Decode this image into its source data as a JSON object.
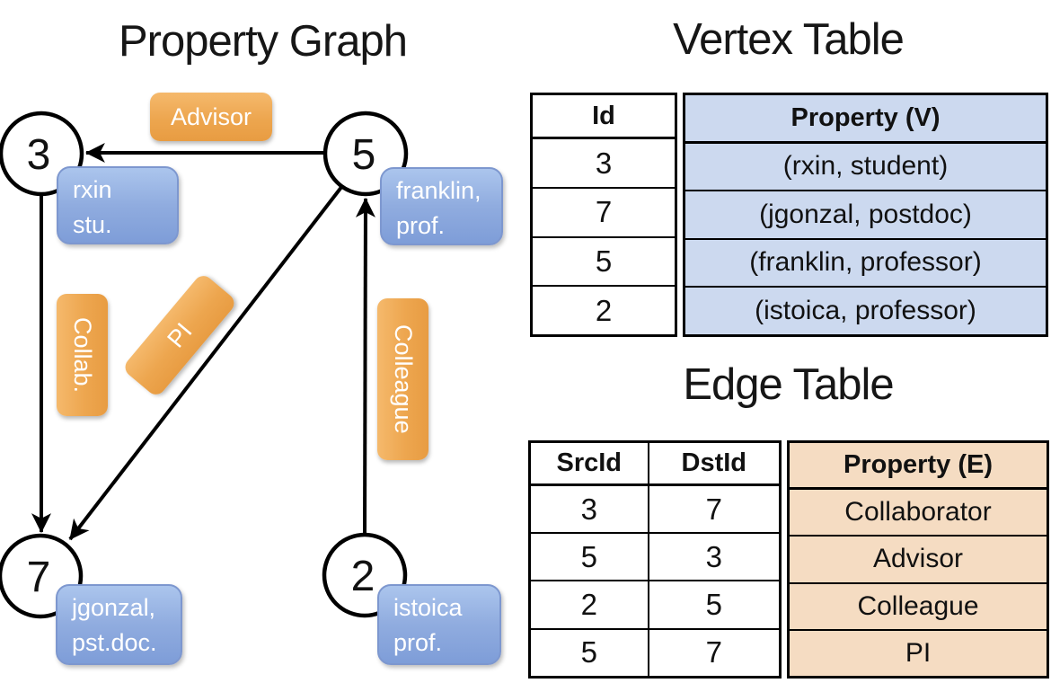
{
  "titles": {
    "graph": "Property Graph",
    "vertex_table": "Vertex Table",
    "edge_table": "Edge Table"
  },
  "graph": {
    "nodes": {
      "n3": {
        "id": "3",
        "label_line1": "rxin",
        "label_line2": "stu."
      },
      "n5": {
        "id": "5",
        "label_line1": "franklin,",
        "label_line2": "prof."
      },
      "n7": {
        "id": "7",
        "label_line1": "jgonzal,",
        "label_line2": "pst.doc."
      },
      "n2": {
        "id": "2",
        "label_line1": "istoica",
        "label_line2": "prof."
      }
    },
    "edge_labels": {
      "advisor": "Advisor",
      "collab": "Collab.",
      "pi": "PI",
      "colleague": "Colleague"
    }
  },
  "vertex_table": {
    "id_header": "Id",
    "property_header": "Property (V)",
    "rows": [
      {
        "id": "3",
        "property": "(rxin, student)"
      },
      {
        "id": "7",
        "property": "(jgonzal, postdoc)"
      },
      {
        "id": "5",
        "property": "(franklin, professor)"
      },
      {
        "id": "2",
        "property": "(istoica, professor)"
      }
    ]
  },
  "edge_table": {
    "src_header": "SrcId",
    "dst_header": "DstId",
    "property_header": "Property (E)",
    "rows": [
      {
        "src": "3",
        "dst": "7",
        "property": "Collaborator"
      },
      {
        "src": "5",
        "dst": "3",
        "property": "Advisor"
      },
      {
        "src": "2",
        "dst": "5",
        "property": "Colleague"
      },
      {
        "src": "5",
        "dst": "7",
        "property": "PI"
      }
    ]
  },
  "colors": {
    "edge_label_orange": "#EDA64F",
    "node_box_blue": "#8FACE0",
    "vertex_property_bg": "#CCD9EF",
    "edge_property_bg": "#F5DCC2",
    "line_black": "#000000"
  }
}
